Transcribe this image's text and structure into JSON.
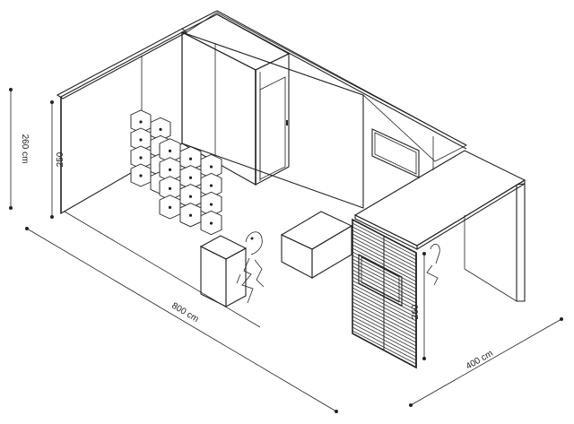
{
  "dimensions": {
    "overall_height": "260 cm",
    "wall_height": "250",
    "length": "800 cm",
    "depth": "400 cm",
    "counter_height": "260"
  },
  "colors": {
    "line": "#222222",
    "wall_face": "#ffffff",
    "slat": "#333333",
    "screen": "#555555"
  }
}
